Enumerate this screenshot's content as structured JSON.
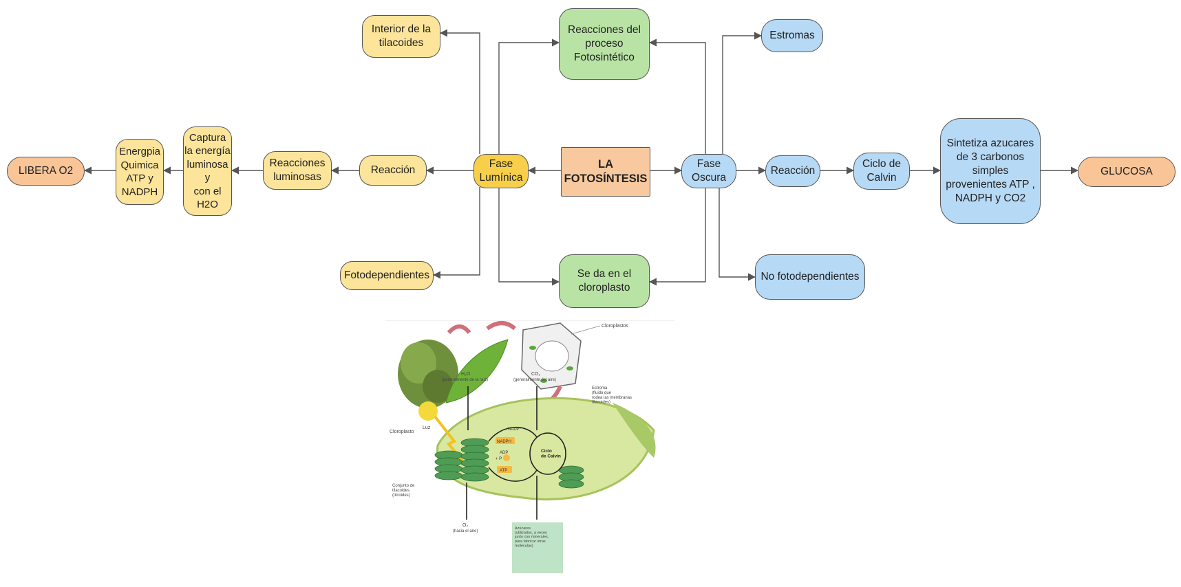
{
  "nodes": {
    "la_fotosintesis": "LA\nFOTOSÍNTESIS",
    "fase_luminica": "Fase\nLumínica",
    "fase_oscura": "Fase\nOscura",
    "reacciones_proceso": "Reacciones del\nproceso\nFotosintético",
    "se_da_cloroplasto": "Se da en el\ncloroplasto",
    "interior_tilacoides": "Interior de la\ntilacoides",
    "fotodependientes": "Fotodependientes",
    "reaccion_luminica": "Reacción",
    "reacciones_luminosas": "Reacciones\nluminosas",
    "captura_energia": "Captura\nla energía\nluminosa y\ncon el\nH2O",
    "energia_quimica": "Energpia\nQuimica\nATP y\nNADPH",
    "libera_o2": "LIBERA O2",
    "estromas": "Estromas",
    "no_fotodependientes": "No fotodependientes",
    "reaccion_oscura": "Reacción",
    "ciclo_calvin": "Ciclo de\nCalvin",
    "sintetiza_azucares": "Sintetiza azucares\nde 3 carbonos\nsimples\nprovenientes  ATP ,\nNADPH y CO2",
    "glucosa": "GLUCOSA"
  },
  "illustration": {
    "cloroplastos_label": "Cloroplastos",
    "h2o_label": "H₂O",
    "h2o_sub": "(generalmente de la raíz)",
    "co2_label": "CO₂",
    "co2_sub": "(generalmente del aire)",
    "luz_label": "Luz",
    "cloroplasto_label": "Cloroplasto",
    "estroma_label": "Estroma\n(fluido que\nrodea las membranas\ntilacoides)",
    "conjunto_label": "Conjunto de\ntilacoides\n(tilcoides)",
    "o2_label": "O₂",
    "o2_sub": "(hacia el aire)",
    "nadp_label": "NADP⁺",
    "nadph_label": "NADPH",
    "adp_label": "ADP",
    "p_label": "+ P",
    "atp_label": "ATP",
    "ciclo_label": "Ciclo\nde Calvin",
    "azucares_label": "Azúcares\n(utilizados, a veces\njunto con minerales,\npara fabricar otras\nmoléculas)"
  },
  "colors": {
    "yellow": "#fce49a",
    "yellow_dark": "#f7cf4a",
    "green": "#b9e3a5",
    "blue": "#b6d9f5",
    "orange": "#f9c597",
    "center": "#f8c99e",
    "line": "#555555"
  }
}
